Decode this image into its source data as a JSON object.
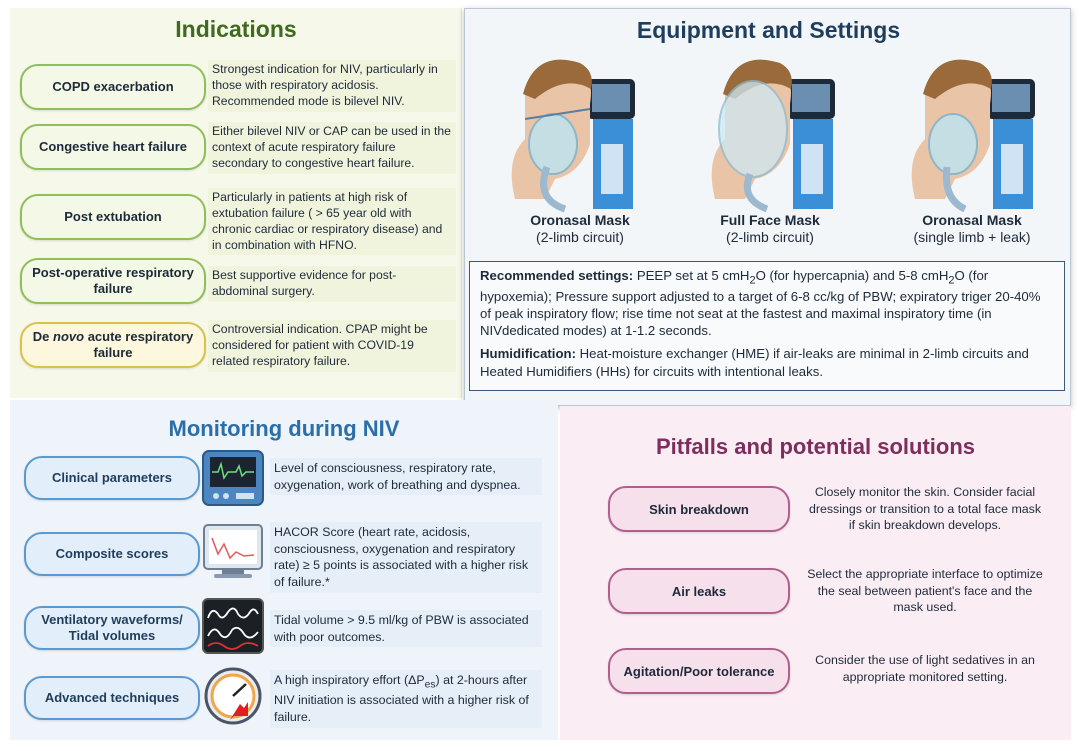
{
  "indications": {
    "title": "Indications",
    "items": [
      {
        "label": "COPD exacerbation",
        "text": "Strongest indication for NIV, particularly in those with respiratory acidosis. Recommended mode is bilevel NIV."
      },
      {
        "label": "Congestive heart failure",
        "text": "Either bilevel NIV or CAP can be used in the context of acute respiratory failure secondary to congestive heart failure."
      },
      {
        "label": "Post extubation",
        "text": "Particularly in patients at high risk of extubation failure ( > 65 year old with chronic cardiac or respiratory disease) and in combination with HFNO."
      },
      {
        "label": "Post-operative respiratory failure",
        "text": "Best supportive evidence for post-abdominal surgery."
      },
      {
        "label_pre": "De ",
        "label_em": "novo",
        "label_post": " acute respiratory failure",
        "text": "Controversial indication. CPAP might be considered for patient with COVID-19 related respiratory failure."
      }
    ]
  },
  "equipment": {
    "title": "Equipment and Settings",
    "masks": [
      {
        "name": "Oronasal Mask",
        "circuit": "(2-limb circuit)"
      },
      {
        "name": "Full Face Mask",
        "circuit": "(2-limb circuit)"
      },
      {
        "name": "Oronasal Mask",
        "circuit": "(single limb + leak)"
      }
    ],
    "settings": {
      "rec_label": "Recommended settings:",
      "rec_a": " PEEP set at 5 cmH",
      "rec_sub1": "2",
      "rec_b": "O (for hypercapnia) and 5-8 cmH",
      "rec_sub2": "2",
      "rec_c": "O (for hypoxemia); Pressure support adjusted to a target of 6-8 cc/kg of PBW; expiratory triger 20-40% of peak inspiratory flow; rise time not seat at the fastest and maximal inspiratory time (in NIVdedicated modes) at 1-1.2 seconds.",
      "hum_label": "Humidification:",
      "hum_text": " Heat-moisture exchanger (HME) if air-leaks are minimal in 2-limb circuits and Heated Humidifiers (HHs) for circuits with intentional leaks."
    }
  },
  "monitoring": {
    "title": "Monitoring during NIV",
    "items": [
      {
        "label": "Clinical parameters",
        "text": "Level of consciousness, respiratory rate, oxygenation, work of breathing and dyspnea."
      },
      {
        "label": "Composite scores",
        "text": "HACOR Score (heart rate, acidosis, consciousness, oxygenation and respiratory rate) ≥ 5 points is associated with a higher risk of failure.*"
      },
      {
        "label": "Ventilatory waveforms/ Tidal volumes",
        "text": "Tidal volume > 9.5 ml/kg of PBW is associated with poor outcomes."
      },
      {
        "label": "Advanced techniques",
        "text_a": "A high inspiratory effort (ΔP",
        "text_sub": "es",
        "text_b": ") at 2-hours after NIV initiation is associated with a higher risk of failure."
      }
    ]
  },
  "pitfalls": {
    "title": "Pitfalls and potential solutions",
    "items": [
      {
        "label": "Skin breakdown",
        "text": "Closely monitor the skin. Consider facial dressings or transition to a total face mask if skin breakdown develops."
      },
      {
        "label": "Air leaks",
        "text": "Select the appropriate interface to optimize the seal between patient's face and the mask used."
      },
      {
        "label": "Agitation/Poor tolerance",
        "text": "Consider the use of light sedatives in an appropriate monitored setting."
      }
    ]
  },
  "colors": {
    "indications_green": "#3e6b1e",
    "equipment_navy": "#1f3d5c",
    "monitoring_blue": "#2a6fa8",
    "pitfalls_plum": "#7d2e5c"
  }
}
